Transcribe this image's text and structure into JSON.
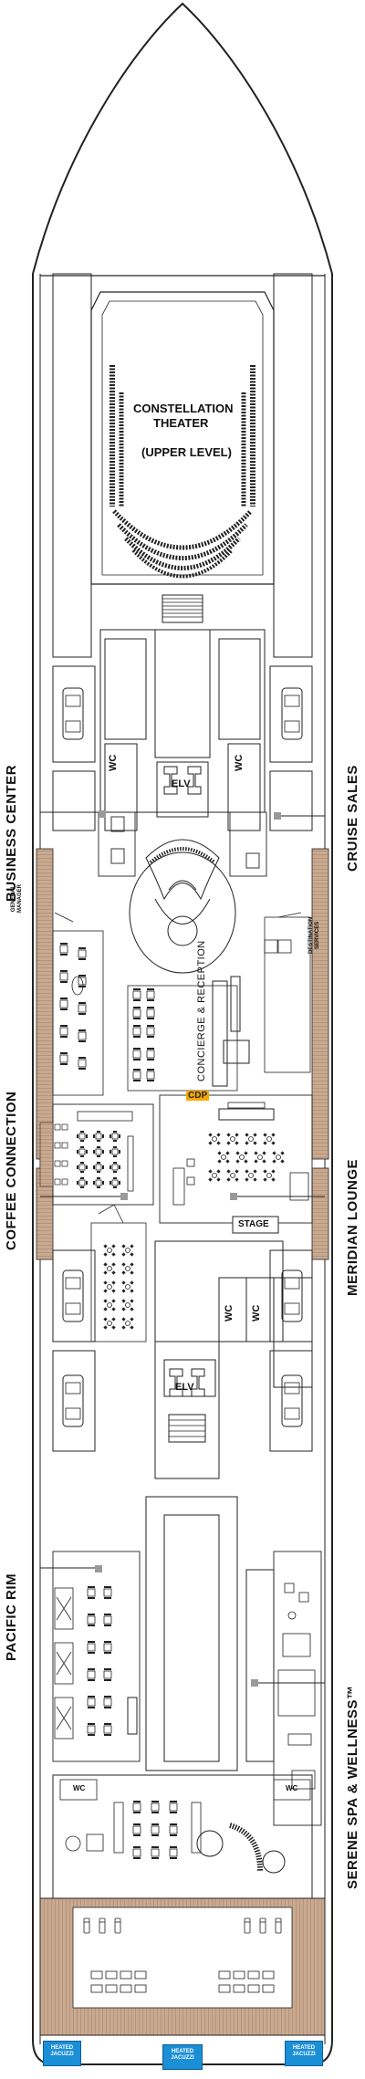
{
  "theater": {
    "name_line1": "CONSTELLATION",
    "name_line2": "THEATER",
    "level": "(UPPER LEVEL)"
  },
  "venues": {
    "business_center": "BUSINESS CENTER",
    "cruise_sales": "CRUISE SALES",
    "coffee_connection": "COFFEE CONNECTION",
    "meridian_lounge": "MERIDIAN LOUNGE",
    "pacific_rim": "PACIFIC RIM",
    "serene_spa": "SERENE SPA & WELLNESS™",
    "concierge": "CONCIERGE & RECEPTION",
    "general_manager_line1": "GENERAL",
    "general_manager_line2": "MANAGER",
    "destination_services_line1": "DESTINATION",
    "destination_services_line2": "SERVICES",
    "stage": "STAGE",
    "cdp": "CDP"
  },
  "facilities": {
    "elevator": "ELV",
    "restroom": "WC",
    "heated_jacuzzi_line1": "HEATED",
    "heated_jacuzzi_line2": "JACUZZI"
  },
  "colors": {
    "hull": "#222222",
    "deck_wood": "#c9a98f",
    "jacuzzi": "#1b8fd6",
    "cdp_marker": "#f6a800",
    "marker_gray": "#9a9a9a"
  }
}
